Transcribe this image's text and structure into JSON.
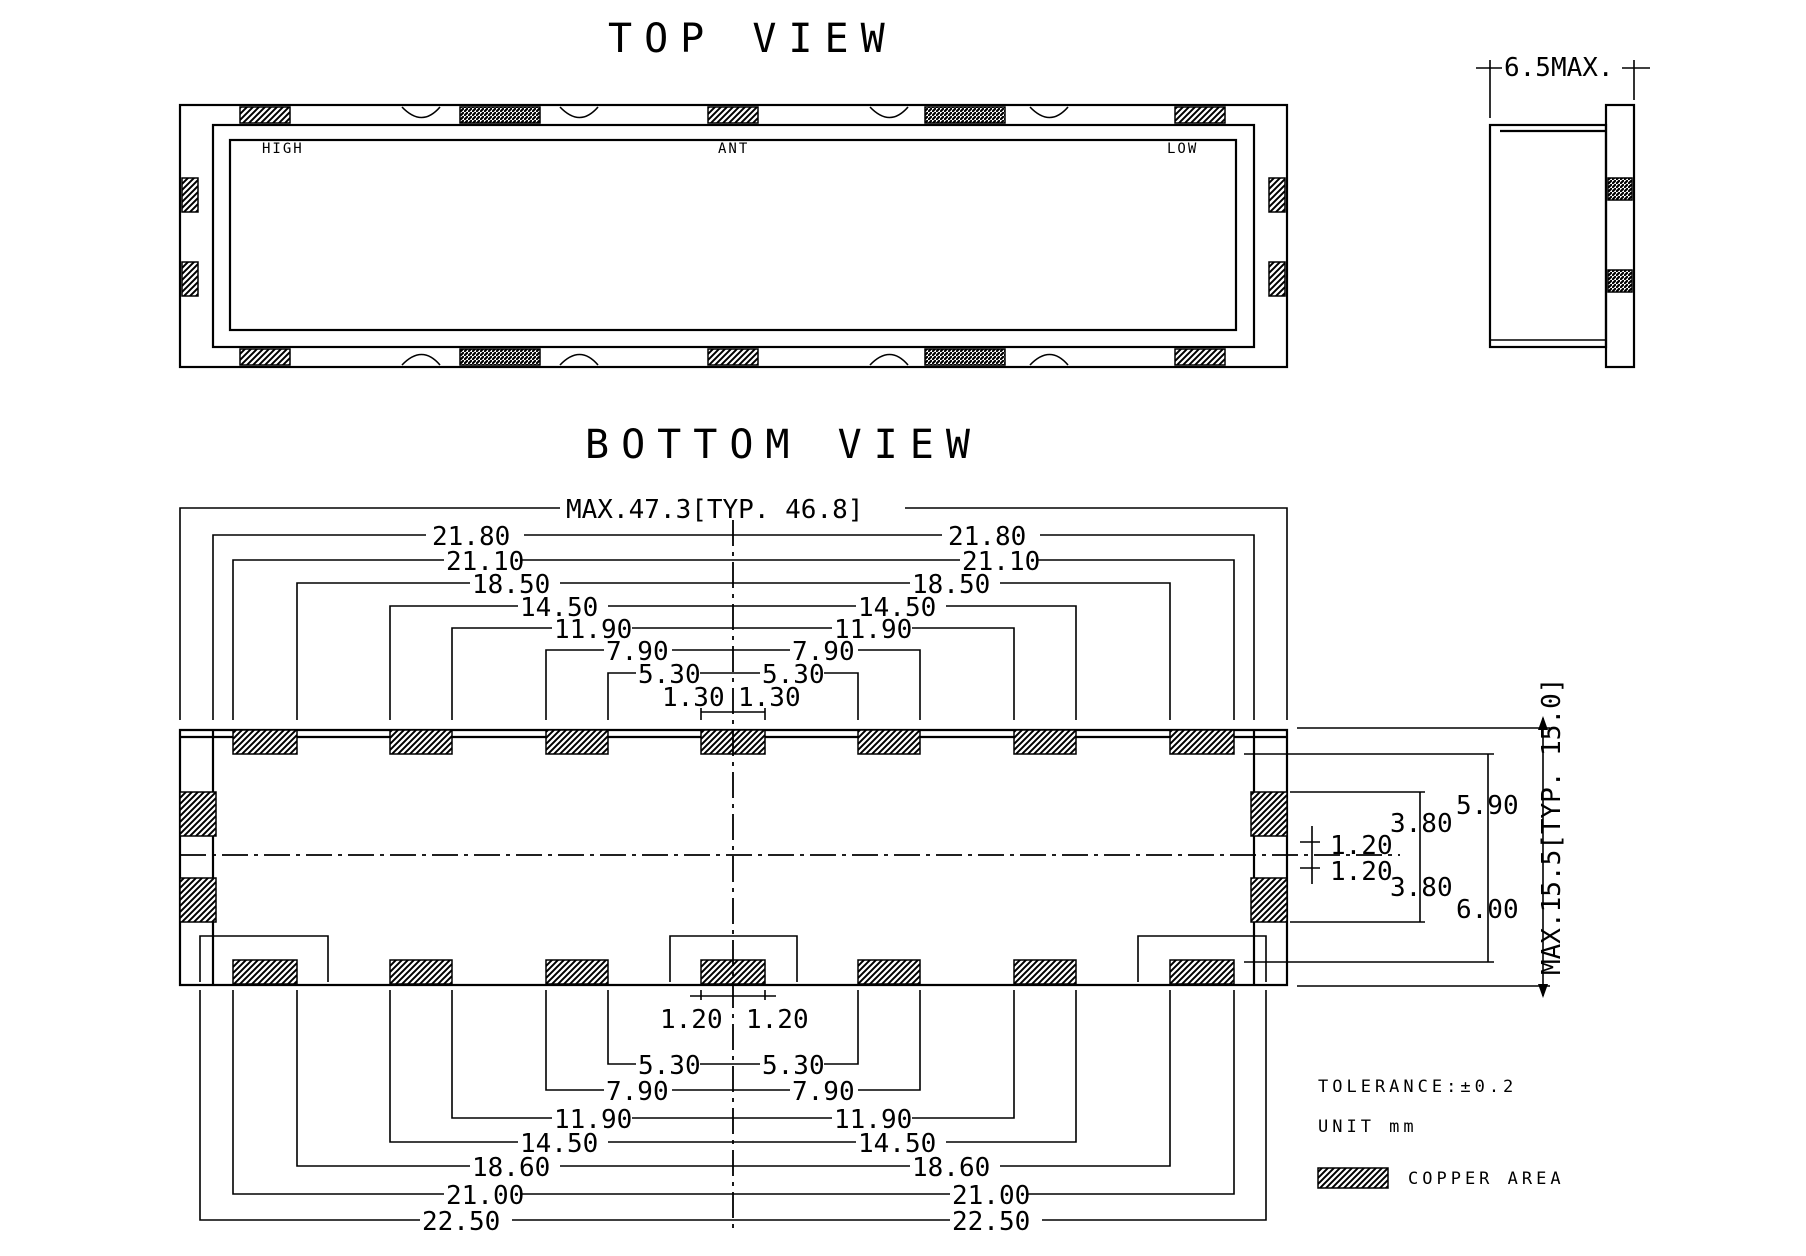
{
  "titles": {
    "top_view": "TOP VIEW",
    "bottom_view": "BOTTOM VIEW"
  },
  "top_labels": {
    "high": "HIGH",
    "ant": "ANT",
    "low": "LOW"
  },
  "side_dim": "6.5MAX.",
  "dims": {
    "overall_width": "MAX.47.3[TYP. 46.8]",
    "top": {
      "d21_80": "21.80",
      "d21_10": "21.10",
      "d18_50": "18.50",
      "d14_50": "14.50",
      "d11_90": "11.90",
      "d7_90": "7.90",
      "d5_30": "5.30",
      "d1_30": "1.30"
    },
    "bottom": {
      "d1_20": "1.20",
      "d5_30": "5.30",
      "d7_90": "7.90",
      "d11_90": "11.90",
      "d14_50": "14.50",
      "d18_60": "18.60",
      "d21_00": "21.00",
      "d22_50": "22.50"
    },
    "right": {
      "d3_80_upper": "3.80",
      "d5_90": "5.90",
      "d1_20": "1.20",
      "d3_80_lower": "3.80",
      "d6_00": "6.00",
      "overall_height": "MAX.15.5[TYP. 15.0]"
    }
  },
  "notes": {
    "tolerance": "TOLERANCE:±0.2",
    "unit": "UNIT mm",
    "copper": "COPPER AREA"
  }
}
